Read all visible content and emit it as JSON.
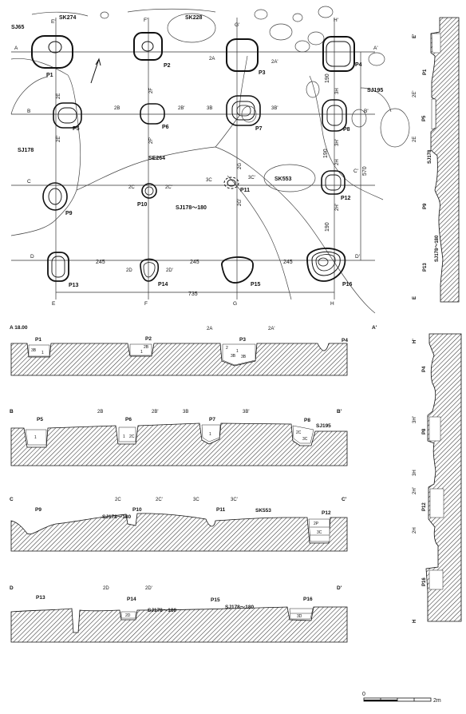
{
  "plan": {
    "features": [
      "SJ65",
      "SK274",
      "SK228",
      "SJ195",
      "SJ178",
      "SE264",
      "SK553"
    ],
    "pits": [
      "P1",
      "P2",
      "P3",
      "P4",
      "P5",
      "P6",
      "P7",
      "P8",
      "P9",
      "P10",
      "P11",
      "P12",
      "P13",
      "P14",
      "P15",
      "P16"
    ],
    "label_sj_range": "SJ178～180",
    "col_labels": [
      "E",
      "F",
      "G",
      "H"
    ],
    "row_labels": [
      "A",
      "B",
      "C",
      "D"
    ],
    "row_labels_end": [
      "A'",
      "B'",
      "C'",
      "D'"
    ],
    "col_labels_end": [
      "E'",
      "F'",
      "G'",
      "H'"
    ],
    "section_marks": {
      "r1": [
        "2A",
        "2A'"
      ],
      "r2": [
        "2B",
        "2B'",
        "3B",
        "3B'"
      ],
      "r3": [
        "2C",
        "2C'",
        "3C",
        "3C'"
      ],
      "r4": [
        "2D",
        "2D'"
      ],
      "c1": [
        "2E",
        "2E'"
      ],
      "c2": [
        "2F",
        "2F'"
      ],
      "c3": [
        "2G",
        "2G'"
      ],
      "c4": [
        "3H",
        "3H'",
        "2H",
        "2H'"
      ]
    },
    "dims": {
      "span1": "245",
      "span2": "245",
      "span3": "245",
      "total": "735",
      "v1": "190",
      "v2": "190",
      "v3": "190",
      "vtotal": "570"
    }
  },
  "sections": {
    "a": {
      "start": "A 18.00",
      "end": "A'",
      "pits": [
        "P1",
        "P2",
        "P3",
        "P4"
      ],
      "marks": [
        "2A",
        "2A'"
      ],
      "fills": [
        "3B",
        "1",
        "1",
        "2B",
        "2",
        "1",
        "3B",
        "3B"
      ]
    },
    "b": {
      "start": "B",
      "end": "B'",
      "pits": [
        "P5",
        "P6",
        "P7",
        "P8"
      ],
      "marks": [
        "2B",
        "2B'",
        "3B",
        "3B'"
      ],
      "fills": [
        "1",
        "1",
        "2C",
        "1",
        "2C",
        "3C"
      ],
      "feature": "SJ195"
    },
    "c": {
      "start": "C",
      "end": "C'",
      "pits": [
        "P9",
        "P10",
        "P11",
        "P12"
      ],
      "marks": [
        "2C",
        "2C'",
        "3C",
        "3C'"
      ],
      "features": [
        "SJ178～180",
        "SK553"
      ],
      "fills": [
        "2P",
        "3C"
      ]
    },
    "d": {
      "start": "D",
      "end": "D'",
      "pits": [
        "P13",
        "P14",
        "P15",
        "P16"
      ],
      "marks": [
        "2D",
        "2D'"
      ],
      "features": [
        "SJ178～180",
        "SJ178～180"
      ],
      "fills": [
        "2D",
        "3D"
      ]
    },
    "e": {
      "start": "E",
      "end": "E'",
      "pits": [
        "P1",
        "P5",
        "P9",
        "P13"
      ],
      "marks": [
        "2E'",
        "2E"
      ],
      "features": [
        "SJ178",
        "SJ178～180"
      ]
    },
    "h": {
      "start": "H",
      "end": "H'",
      "pits": [
        "P4",
        "P8",
        "P12",
        "P16"
      ],
      "marks": [
        "3H'",
        "3H",
        "2H'",
        "2H"
      ]
    }
  },
  "scale": {
    "zero": "0",
    "max": "2m"
  }
}
